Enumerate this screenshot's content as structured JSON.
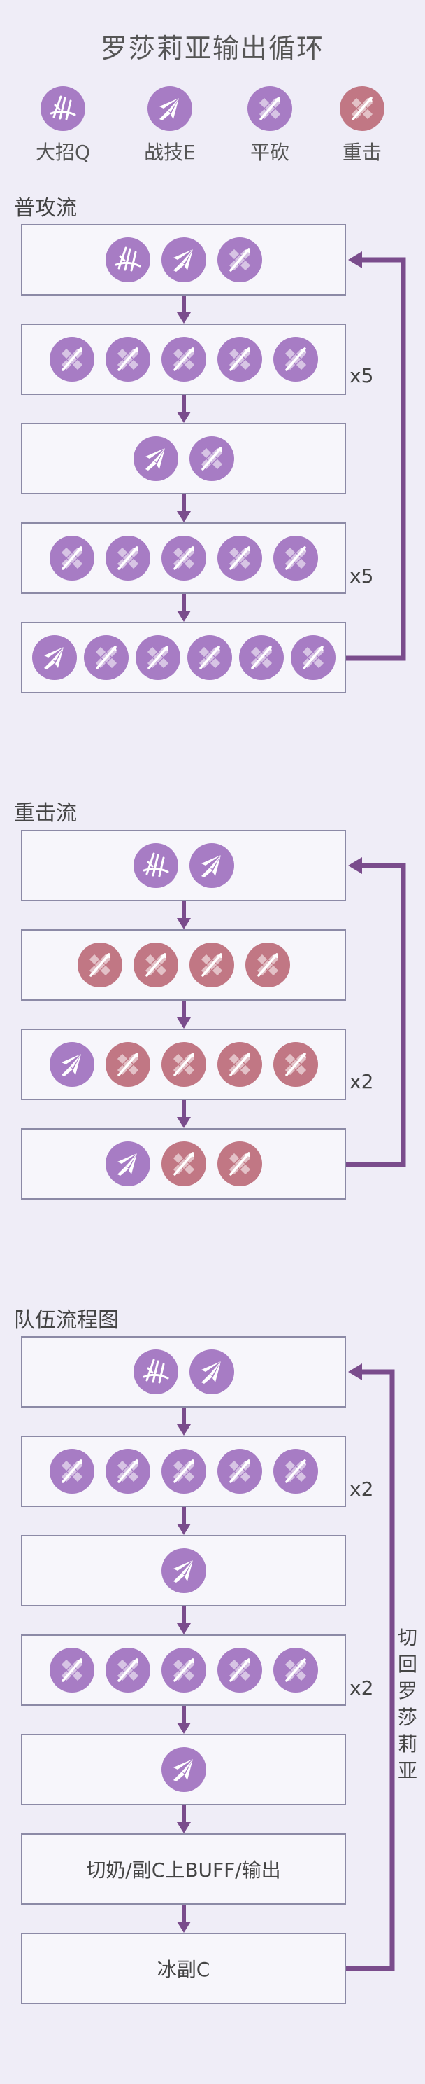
{
  "title": "罗莎莉亚输出循环",
  "colors": {
    "accent": "#7a4c8c",
    "skill_purple": "#a77cc4",
    "heavy_red": "#c17784",
    "box_border": "#8c8aa6",
    "box_fill": "#f7f6fb",
    "background": "#efedf7"
  },
  "legend": [
    {
      "icon": "burst-q",
      "label": "大招Q"
    },
    {
      "icon": "skill-e",
      "label": "战技E"
    },
    {
      "icon": "normal-attack",
      "label": "平砍"
    },
    {
      "icon": "heavy-attack",
      "label": "重击"
    }
  ],
  "sections": [
    {
      "title": "普攻流",
      "rows": [
        {
          "icons": [
            "burst-q",
            "skill-e",
            "normal-attack"
          ],
          "mult": ""
        },
        {
          "icons": [
            "normal-attack",
            "normal-attack",
            "normal-attack",
            "normal-attack",
            "normal-attack"
          ],
          "mult": "x5"
        },
        {
          "icons": [
            "skill-e",
            "normal-attack"
          ],
          "mult": ""
        },
        {
          "icons": [
            "normal-attack",
            "normal-attack",
            "normal-attack",
            "normal-attack",
            "normal-attack"
          ],
          "mult": "x5"
        },
        {
          "icons": [
            "skill-e",
            "normal-attack",
            "normal-attack",
            "normal-attack",
            "normal-attack",
            "normal-attack"
          ],
          "mult": ""
        }
      ]
    },
    {
      "title": "重击流",
      "rows": [
        {
          "icons": [
            "burst-q",
            "skill-e"
          ],
          "mult": ""
        },
        {
          "icons": [
            "heavy-attack",
            "heavy-attack",
            "heavy-attack",
            "heavy-attack"
          ],
          "mult": ""
        },
        {
          "icons": [
            "skill-e",
            "heavy-attack",
            "heavy-attack",
            "heavy-attack",
            "heavy-attack"
          ],
          "mult": "x2"
        },
        {
          "icons": [
            "skill-e",
            "heavy-attack",
            "heavy-attack"
          ],
          "mult": ""
        }
      ]
    },
    {
      "title": "队伍流程图",
      "rows": [
        {
          "icons": [
            "burst-q",
            "skill-e"
          ],
          "mult": ""
        },
        {
          "icons": [
            "normal-attack",
            "normal-attack",
            "normal-attack",
            "normal-attack",
            "normal-attack"
          ],
          "mult": "x2"
        },
        {
          "icons": [
            "skill-e"
          ],
          "mult": ""
        },
        {
          "icons": [
            "normal-attack",
            "normal-attack",
            "normal-attack",
            "normal-attack",
            "normal-attack"
          ],
          "mult": "x2"
        },
        {
          "icons": [
            "skill-e"
          ],
          "mult": ""
        },
        {
          "text": "切奶/副C上BUFF/输出"
        },
        {
          "text": "冰副C"
        }
      ],
      "loop_label": "切回罗莎莉亚"
    }
  ]
}
